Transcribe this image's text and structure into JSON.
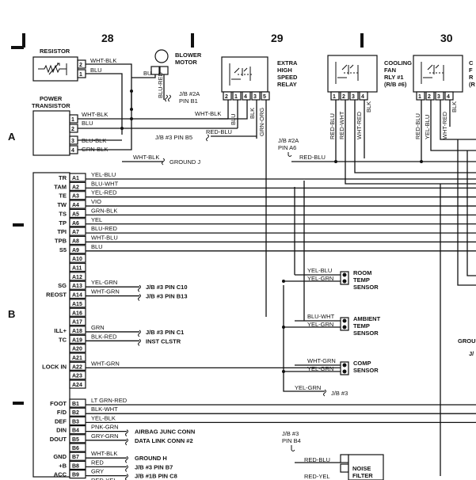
{
  "columns": [
    "28",
    "29",
    "30"
  ],
  "rows": [
    "A",
    "B"
  ],
  "resistor": {
    "title": "RESISTOR",
    "pins": [
      "2",
      "1"
    ],
    "wires": [
      "WHT-BLK",
      "BLU"
    ]
  },
  "blower": {
    "title1": "BLOWER",
    "title2": "MOTOR",
    "wire": "BLU-RED",
    "bu": "BU",
    "jb": "J/B #2A",
    "jb_pin": "PIN B1"
  },
  "power_transistor": {
    "title1": "POWER",
    "title2": "TRANSISTOR",
    "pins": [
      "1",
      "2",
      "3",
      "4"
    ],
    "wires": [
      "WHT-BLK",
      "BLU",
      "BLU-BLK",
      "GRN-BLK"
    ]
  },
  "extra_relay": {
    "title1": "EXTRA",
    "title2": "HIGH",
    "title3": "SPEED",
    "title4": "RELAY",
    "pins": [
      "2",
      "1",
      "4",
      "3",
      "5"
    ],
    "wires": [
      "BLU",
      "BLK",
      "GRN-ORG"
    ]
  },
  "misc": {
    "wht_blk": "WHT-BLK",
    "jb3_b5": "J/B #3 PIN B5",
    "red_blu": "RED-BLU",
    "wht_blk2": "WHT-BLK",
    "ground_j": "GROUND J",
    "jb2a": "J/B #2A",
    "pin_a6": "PIN A6",
    "red_blu2": "RED-BLU"
  },
  "cooling_fan": {
    "title1": "COOLING",
    "title2": "FAN",
    "title3": "RLY #1",
    "title4": "(R/B #6)",
    "pins": [
      "1",
      "2",
      "3",
      "4"
    ],
    "wires": [
      "RED-BLU",
      "RED-WHT",
      "WHT-RED",
      "BLK"
    ]
  },
  "fan2": {
    "pins": [
      "1",
      "2",
      "3",
      "4"
    ],
    "wires": [
      "RED-BLU",
      "YEL-BLU",
      "WHT-RED",
      "BLK"
    ],
    "partial": [
      "C",
      "F",
      "R",
      "(R"
    ]
  },
  "connector_a": {
    "pins": [
      {
        "sig": "TR",
        "pin": "A1",
        "wire": "YEL-BLU"
      },
      {
        "sig": "TAM",
        "pin": "A2",
        "wire": "BLU-WHT"
      },
      {
        "sig": "TE",
        "pin": "A3",
        "wire": "YEL-RED"
      },
      {
        "sig": "TW",
        "pin": "A4",
        "wire": "VIO"
      },
      {
        "sig": "TS",
        "pin": "A5",
        "wire": "GRN-BLK"
      },
      {
        "sig": "TP",
        "pin": "A6",
        "wire": "YEL"
      },
      {
        "sig": "TPI",
        "pin": "A7",
        "wire": "BLU-RED"
      },
      {
        "sig": "TPB",
        "pin": "A8",
        "wire": "WHT-BLU"
      },
      {
        "sig": "S5",
        "pin": "A9",
        "wire": "BLU"
      },
      {
        "sig": "",
        "pin": "A10",
        "wire": ""
      },
      {
        "sig": "",
        "pin": "A11",
        "wire": ""
      },
      {
        "sig": "",
        "pin": "A12",
        "wire": ""
      },
      {
        "sig": "SG",
        "pin": "A13",
        "wire": "YEL-GRN",
        "dest": "J/B #3 PIN C10"
      },
      {
        "sig": "REOST",
        "pin": "A14",
        "wire": "WHT-GRN",
        "dest": "J/B #3 PIN B13"
      },
      {
        "sig": "",
        "pin": "A15",
        "wire": ""
      },
      {
        "sig": "",
        "pin": "A16",
        "wire": ""
      },
      {
        "sig": "",
        "pin": "A17",
        "wire": ""
      },
      {
        "sig": "ILL+",
        "pin": "A18",
        "wire": "GRN",
        "dest": "J/B #3 PIN C1"
      },
      {
        "sig": "TC",
        "pin": "A19",
        "wire": "BLK-RED",
        "dest": "INST CLSTR"
      },
      {
        "sig": "",
        "pin": "A20",
        "wire": ""
      },
      {
        "sig": "",
        "pin": "A21",
        "wire": ""
      },
      {
        "sig": "LOCK IN",
        "pin": "A22",
        "wire": "WHT-GRN"
      },
      {
        "sig": "",
        "pin": "A23",
        "wire": ""
      },
      {
        "sig": "",
        "pin": "A24",
        "wire": ""
      }
    ]
  },
  "connector_b": {
    "pins": [
      {
        "sig": "FOOT",
        "pin": "B1",
        "wire": "LT GRN-RED"
      },
      {
        "sig": "F/D",
        "pin": "B2",
        "wire": "BLK-WHT"
      },
      {
        "sig": "DEF",
        "pin": "B3",
        "wire": "YEL-BLK"
      },
      {
        "sig": "DIN",
        "pin": "B4",
        "wire": "PNK-GRN",
        "dest": "AIRBAG JUNC CONN"
      },
      {
        "sig": "DOUT",
        "pin": "B5",
        "wire": "GRY-GRN",
        "dest": "DATA LINK CONN #2"
      },
      {
        "sig": "",
        "pin": "B6",
        "wire": ""
      },
      {
        "sig": "GND",
        "pin": "B7",
        "wire": "WHT-BLK",
        "dest": "GROUND H"
      },
      {
        "sig": "+B",
        "pin": "B8",
        "wire": "RED",
        "dest": "J/B #3 PIN B7"
      },
      {
        "sig": "ACC",
        "pin": "B9",
        "wire": "GRY",
        "dest": "J/B #1B PIN C8"
      }
    ],
    "b9_extra": "RED-YEL"
  },
  "sensors": [
    {
      "w1": "YEL-BLU",
      "w2": "YEL-GRN",
      "n1": "ROOM",
      "n2": "TEMP",
      "n3": "SENSOR"
    },
    {
      "w1": "BLU-WHT",
      "w2": "YEL-GRN",
      "n1": "AMBIENT",
      "n2": "TEMP",
      "n3": "SENSOR"
    },
    {
      "w1": "WHT-GRN",
      "w2": "YEL-GRN",
      "n1": "COMP",
      "n2": "SENSOR",
      "n3": ""
    }
  ],
  "yel_grn_jb3": {
    "wire": "YEL-GRN",
    "dest": "J/B #3"
  },
  "noise_filter": {
    "jb": "J/B #3",
    "pin": "PIN B4",
    "w1": "RED-BLU",
    "w2": "RED-YEL",
    "n1": "NOISE",
    "n2": "FILTER"
  },
  "right_partial": {
    "ground": "GROU",
    "j": "J/"
  }
}
